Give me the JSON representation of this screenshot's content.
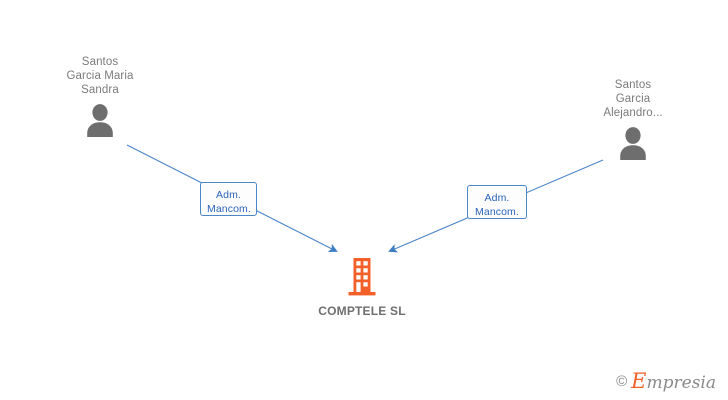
{
  "diagram": {
    "type": "company-relationship-graph",
    "colors": {
      "edge": "#4a86c8",
      "label_border": "#4a86c8",
      "label_text": "#2a62b8",
      "person_icon": "#6e6e6e",
      "person_text": "#7b7b7b",
      "company_icon": "#f4602a",
      "company_text": "#6e6e6e",
      "background": "#ffffff"
    },
    "nodes": {
      "person_left": {
        "label": "Santos\nGarcia Maria\nSandra",
        "icon": "person-icon"
      },
      "person_right": {
        "label": "Santos\nGarcia\nAlejandro...",
        "icon": "person-icon"
      },
      "company": {
        "label": "COMPTELE SL",
        "icon": "building-icon"
      }
    },
    "edges": [
      {
        "from": "person_left",
        "to": "company",
        "label": "Adm.\nMancom.",
        "direction": "to-company"
      },
      {
        "from": "person_right",
        "to": "company",
        "label": "Adm.\nMancom.",
        "direction": "to-company"
      }
    ]
  },
  "watermark": {
    "copyright": "©",
    "brand_initial": "E",
    "brand_rest": "mpresia"
  }
}
